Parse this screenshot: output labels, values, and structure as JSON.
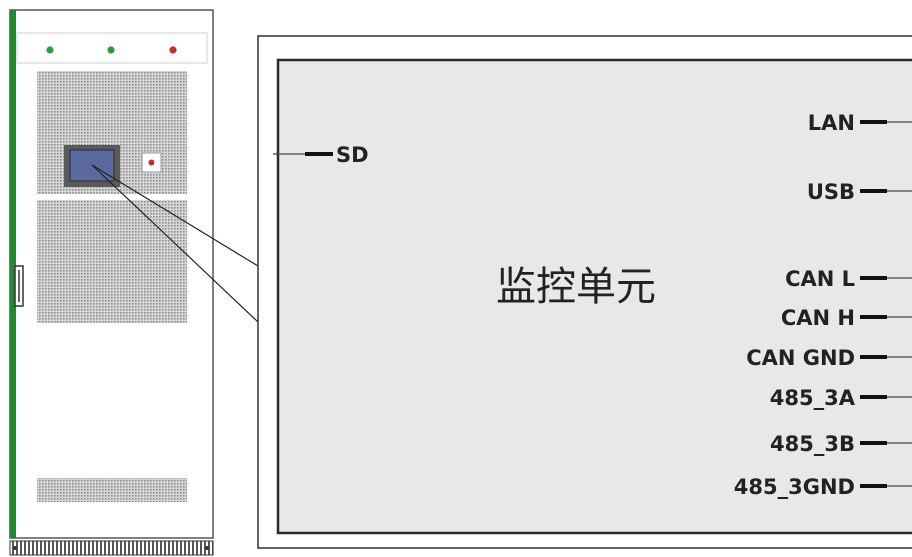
{
  "cabinet": {
    "indicator_colors": [
      "#2e9b3e",
      "#2e9b3e",
      "#cc2a2a"
    ]
  },
  "unit": {
    "title": "监控单元",
    "left_ports": [
      "SD"
    ],
    "right_ports": [
      "LAN",
      "USB",
      "CAN L",
      "CAN H",
      "CAN GND",
      "485_3A",
      "485_3B",
      "485_3GND"
    ]
  },
  "colors": {
    "panel_fill": "#e8e8e8",
    "border": "#3a3a3a",
    "cabinet_edge": "#1f8a2e",
    "screen": "#5b6a9e"
  }
}
